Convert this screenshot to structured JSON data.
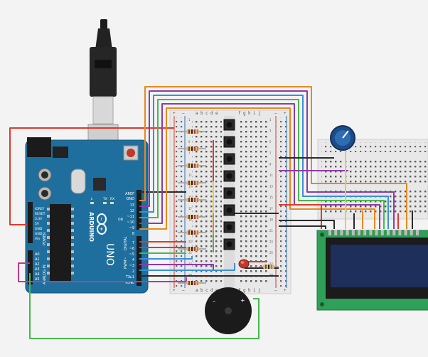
{
  "canvas": {
    "background": "#f3f3f3"
  },
  "arduino": {
    "brand": "ARDUINO",
    "model": "UNO",
    "logo": "infinity-logo",
    "color": "#1f6f9e",
    "header_left": [
      "IOREF",
      "RESET",
      "3.3V",
      "5V",
      "GND",
      "GND",
      "Vin"
    ],
    "power_label": "POWER",
    "analog_label": "ANALOG IN",
    "analog_pins": [
      "A0",
      "A1",
      "A2",
      "A3",
      "A4",
      "A5"
    ],
    "digital_label": "DIGITAL",
    "pwm_label": "PWM~",
    "top_pins": [
      "AREF",
      "GND",
      "13",
      "12",
      "~11",
      "~10",
      "~9",
      "8"
    ],
    "bottom_pins": [
      "7",
      "~6",
      "~5",
      "4",
      "~3",
      "2",
      "TX▸1",
      "RX◂0"
    ],
    "leds": [
      "L",
      "TX",
      "RX"
    ],
    "on_label": "ON"
  },
  "breadboard_main": {
    "left_columns": [
      "a",
      "b",
      "c",
      "d",
      "e"
    ],
    "right_columns": [
      "f",
      "g",
      "h",
      "i",
      "j"
    ],
    "plus": "+",
    "minus": "–",
    "row_numbers": [
      "1",
      "2",
      "3",
      "4",
      "5",
      "6",
      "7",
      "8",
      "9",
      "10",
      "11",
      "12",
      "13",
      "14",
      "15",
      "16",
      "17",
      "18",
      "19",
      "20",
      "21",
      "22",
      "23",
      "24",
      "25",
      "26",
      "27",
      "28",
      "29",
      "30"
    ]
  },
  "buzzer": {
    "plus": "+",
    "minus": "–"
  },
  "lcd": {
    "backlight_color": "#1d2f5a",
    "board_color": "#2ea057"
  },
  "wire_colors": {
    "red": "#e0392b",
    "black": "#2b2b2b",
    "orange": "#e8891c",
    "purple": "#8e3aa8",
    "blue": "#3b8fd6",
    "green": "#47b84f",
    "teal": "#41b9c4",
    "yellow": "#e8d12a",
    "magenta": "#c0398a"
  }
}
